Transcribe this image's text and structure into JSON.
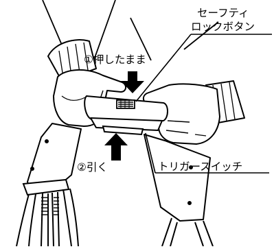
{
  "labels": {
    "safety_lock_line1": "セーフティ",
    "safety_lock_line2": "ロックボタン",
    "step1": "①押したまま",
    "step2": "②引く",
    "trigger_switch": "トリガースイッチ"
  },
  "colors": {
    "ink": "#000000",
    "paper": "#ffffff"
  },
  "icons": {
    "press_arrow": "arrow-down",
    "pull_arrow": "arrow-up"
  }
}
